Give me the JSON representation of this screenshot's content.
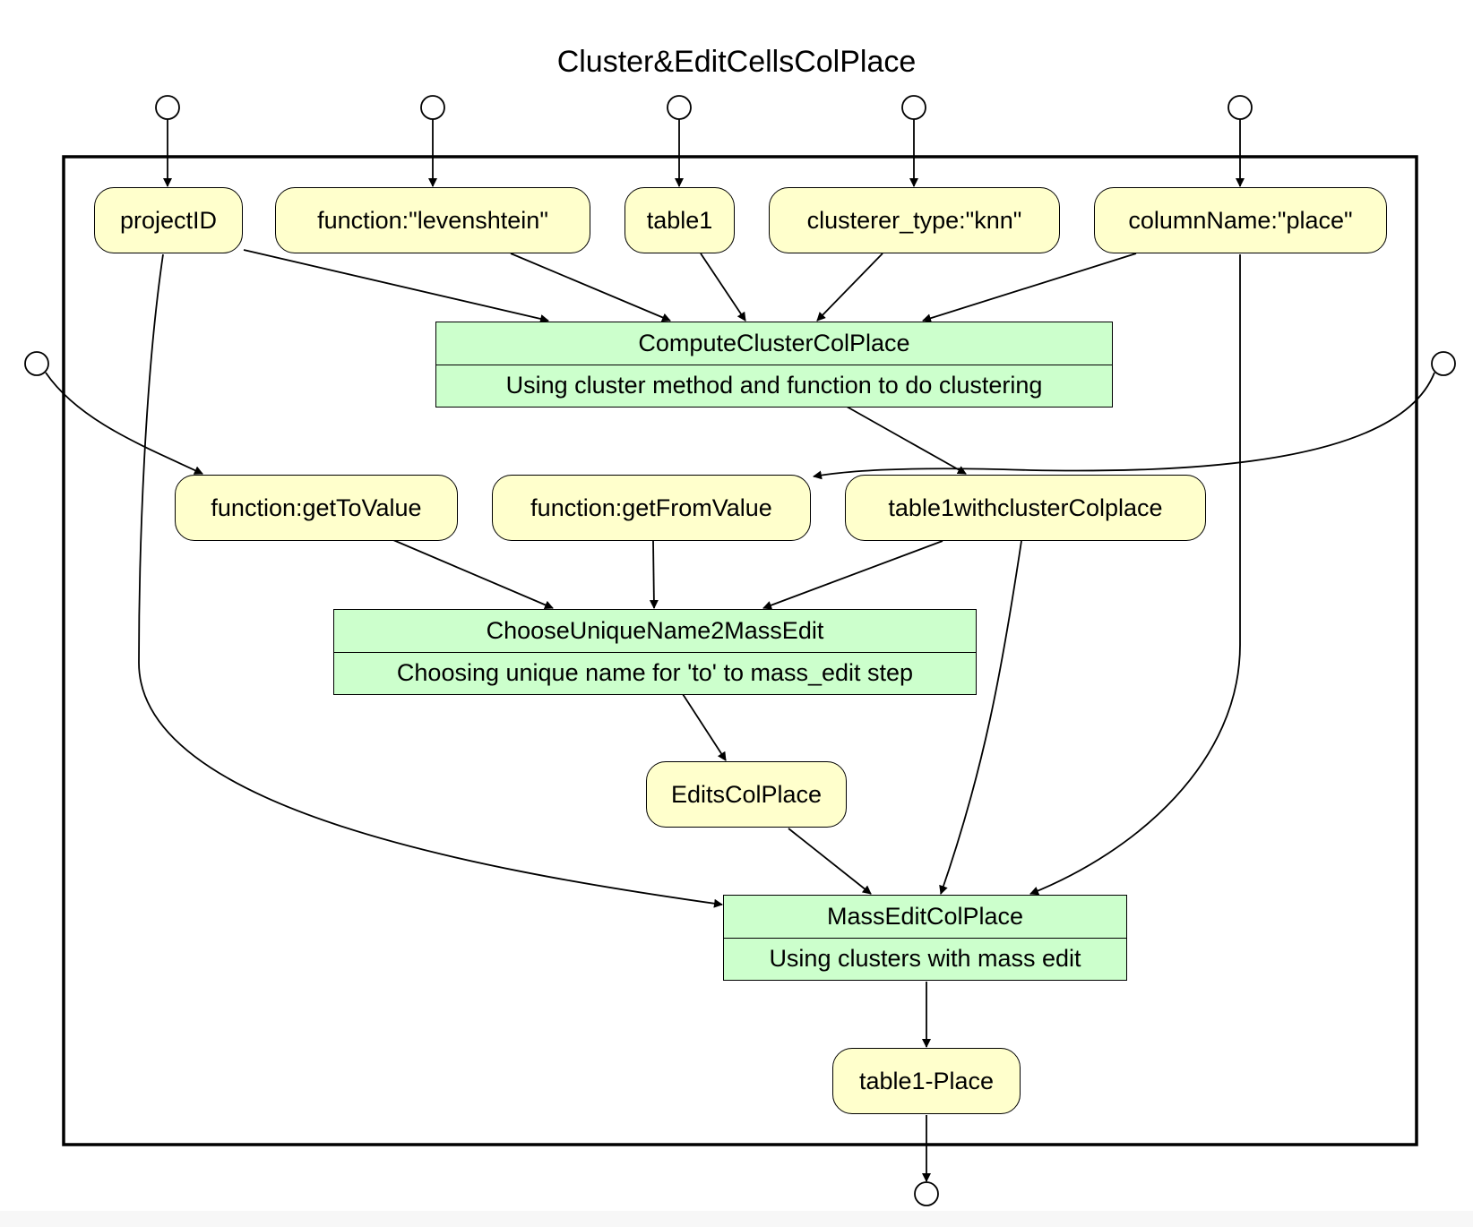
{
  "diagram": {
    "title": "Cluster&EditCellsColPlace",
    "inputs": {
      "projectID": "projectID",
      "function_levenshtein": "function:\"levenshtein\"",
      "table1": "table1",
      "clusterer_type": "clusterer_type:\"knn\"",
      "column_name": "columnName:\"place\"",
      "get_to_value": "function:getToValue",
      "get_from_value": "function:getFromValue"
    },
    "intermediates": {
      "table_with_cluster": "table1withclusterColplace",
      "edits": "EditsColPlace",
      "output": "table1-Place"
    },
    "processes": {
      "compute": {
        "name": "ComputeClusterColPlace",
        "description": "Using cluster method and function to do clustering"
      },
      "choose": {
        "name": "ChooseUniqueName2MassEdit",
        "description": "Choosing unique name for 'to' to mass_edit step"
      },
      "mass_edit": {
        "name": "MassEditColPlace",
        "description": "Using clusters with mass edit"
      }
    },
    "colors": {
      "data_node_fill": "#ffffcc",
      "process_fill": "#ccffcc",
      "stroke": "#000000"
    }
  }
}
